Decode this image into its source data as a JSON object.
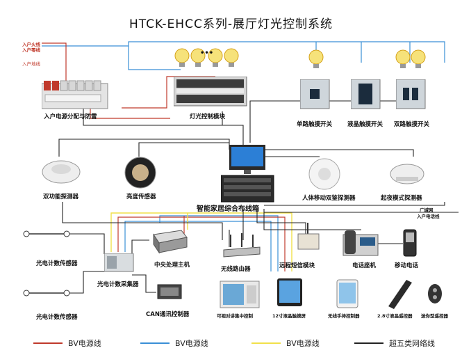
{
  "title": "HTCK-EHCC系列-展厅灯光控制系统",
  "power_panel": {
    "feed_labels": [
      "入户火线",
      "入户零线"
    ],
    "ground_label": "入户地线",
    "name": "入户电源分配与防雷"
  },
  "light_module": {
    "name": "灯光控制模块",
    "dots": "•••"
  },
  "switches": [
    {
      "name": "单路触摸开关"
    },
    {
      "name": "液晶触摸开关"
    },
    {
      "name": "双路触摸开关"
    }
  ],
  "sensors_top": [
    {
      "name": "双功能探测器"
    },
    {
      "name": "亮度传感器"
    },
    {
      "name": "人体移动双鉴探测器"
    },
    {
      "name": "起夜模式探测器"
    }
  ],
  "hub": {
    "name": "智能家居综合布线箱"
  },
  "hub_right_labels": [
    "广域网",
    "入户电话线"
  ],
  "devices": {
    "cpu": "中央处理主机",
    "router": "无线路由器",
    "sms": "远程短信模块",
    "phone": "电话座机",
    "mobile": "移动电话",
    "counter_sensor_top": "光电计数传感器",
    "counter_sensor_bottom": "光电计数传感器",
    "collector": "光电计数采集器",
    "can": "CAN通讯控制器",
    "video": "可视对讲集中控制",
    "ipad": "12寸液晶触摸屏",
    "handheld": "无线手持控制器",
    "remote": "2.8寸液晶遥控器",
    "keyfob": "迷你型遥控器"
  },
  "legend": [
    {
      "label": "BV电源线",
      "color": "#c0392b"
    },
    {
      "label": "BV电源线",
      "color": "#3a8fd6"
    },
    {
      "label": "BV电源线",
      "color": "#f1e04a"
    },
    {
      "label": "超五类网络线",
      "color": "#222222"
    }
  ],
  "colors": {
    "red": "#c0392b",
    "blue": "#3a8fd6",
    "yellow": "#f1e04a",
    "black": "#222222"
  }
}
